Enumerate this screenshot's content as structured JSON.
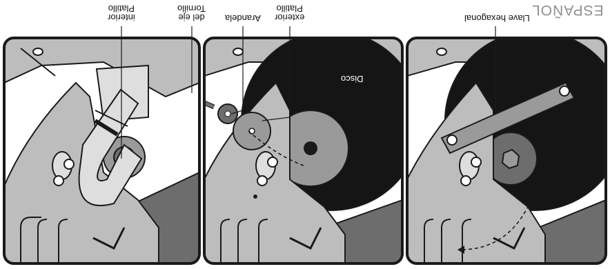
{
  "header": {
    "language": "ESPAÑOL"
  },
  "labels": {
    "inner_flange": [
      "Platillo",
      "interior"
    ],
    "shaft_bolt": [
      "Tornillo",
      "del eje"
    ],
    "washer": "Arandela",
    "outer_flange": [
      "Platillo",
      "exterior"
    ],
    "hex_wrench": "Llave hexagonal",
    "disc": "Disco"
  },
  "colors": {
    "outline": "#1a1a1a",
    "guard_gray": "#bdbdbd",
    "light_gray": "#dedede",
    "mid_gray": "#9a9a9a",
    "dark_gray": "#6d6d6d",
    "disc_black": "#151515",
    "header_gray": "#8f8f8f"
  }
}
